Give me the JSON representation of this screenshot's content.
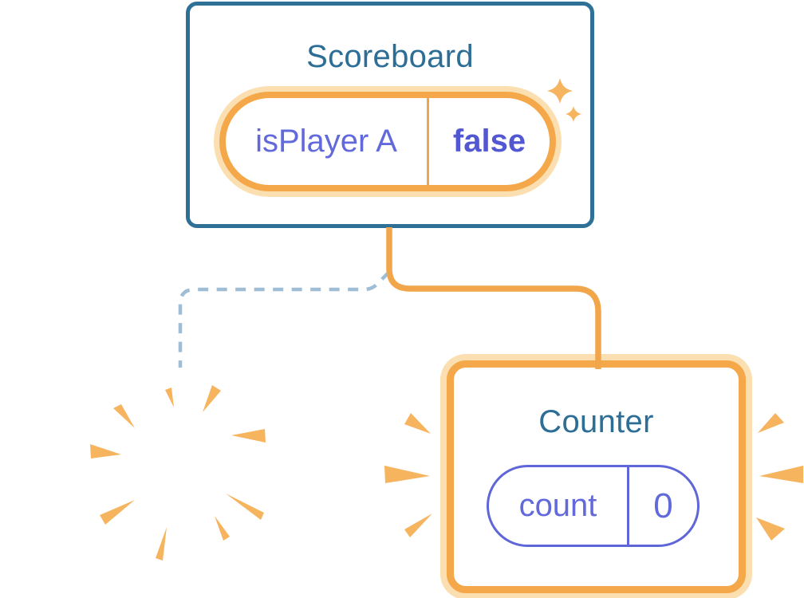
{
  "diagram": {
    "description": "React component tree state diagram",
    "scoreboard": {
      "title": "Scoreboard",
      "state": {
        "key": "isPlayer A",
        "value": "false"
      }
    },
    "counter": {
      "title": "Counter",
      "state": {
        "key": "count",
        "value": "0"
      }
    },
    "icons": [
      "sparkle-icon",
      "poof-burst-icon",
      "emphasis-lines-icon"
    ],
    "colors": {
      "card_border_blue": "#2E7096",
      "title_text": "#2D6E96",
      "orange_main": "#F4A84A",
      "orange_halo": "#FBDFB1",
      "orange_connector": "#F2A64B",
      "burst_orange": "#F6B45F",
      "indigo_text": "#626ADB",
      "indigo_value_bold": "#5257D2",
      "indigo_border": "#5E66D8",
      "dashed_line_blue": "#9FBDD5"
    }
  }
}
